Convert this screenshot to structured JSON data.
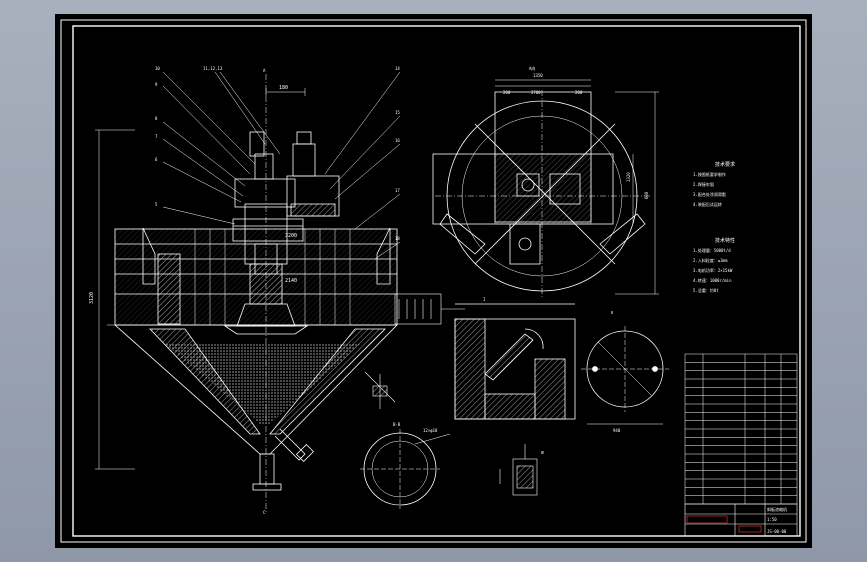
{
  "view": {
    "background": "#000000",
    "frame_color": "#ffffff",
    "line_color": "#ffffff",
    "hatch_color": "#ffffff",
    "accent": "#ff3b3b",
    "dim_color": "#ffffff"
  },
  "drawing": {
    "part_numbers_top": [
      "10",
      "9",
      "8",
      "7",
      "6",
      "5",
      "11,12,13",
      "14",
      "15",
      "16",
      "17",
      "18"
    ],
    "section_marks": [
      "A",
      "B",
      "C",
      "C"
    ],
    "elevation": {
      "dims": [
        "180",
        "3120",
        "3200",
        "2140"
      ]
    },
    "plan_view": {
      "dims": [
        "1350",
        "2700",
        "200",
        "200",
        "600",
        "1320"
      ],
      "title": "A向"
    },
    "detail_views": {
      "labels": [
        "I",
        "Ⅱ",
        "Ⅲ",
        "B-B"
      ],
      "circle_note": "12×φ18",
      "dim_940": "940"
    },
    "notes": {
      "tech_title": "技术要求",
      "tech_lines": [
        "1.按图纸要求制作",
        "2.焊接牢固",
        "3.配合处涂润滑脂",
        "4.装配后试运转"
      ],
      "spec_title": "技术特性",
      "spec_lines": [
        "1.处理量：5000t/d",
        "2.入料粒度：≤3mm",
        "3.电机功率：2×15kW",
        "4.转速：1000r/min",
        "5.总重：约8t"
      ]
    },
    "title_block": {
      "scale": "1:50",
      "drawing_no": "JS-00-00",
      "name": "斜板浓缩机"
    }
  }
}
